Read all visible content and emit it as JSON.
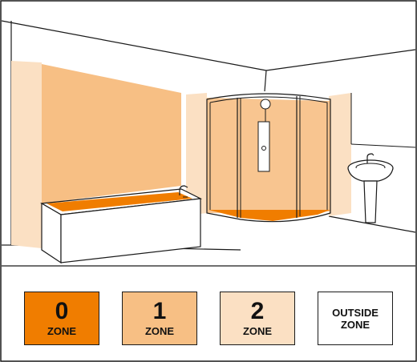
{
  "colors": {
    "zone0": "#f07d00",
    "zone1": "#f7bf84",
    "zone2": "#fbe0c3",
    "outside": "#ffffff",
    "outline": "#1a1a1a"
  },
  "legend": [
    {
      "number": "0",
      "word": "ZONE"
    },
    {
      "number": "1",
      "word": "ZONE"
    },
    {
      "number": "2",
      "word": "ZONE"
    },
    {
      "line1": "OUTSIDE",
      "line2": "ZONE"
    }
  ]
}
